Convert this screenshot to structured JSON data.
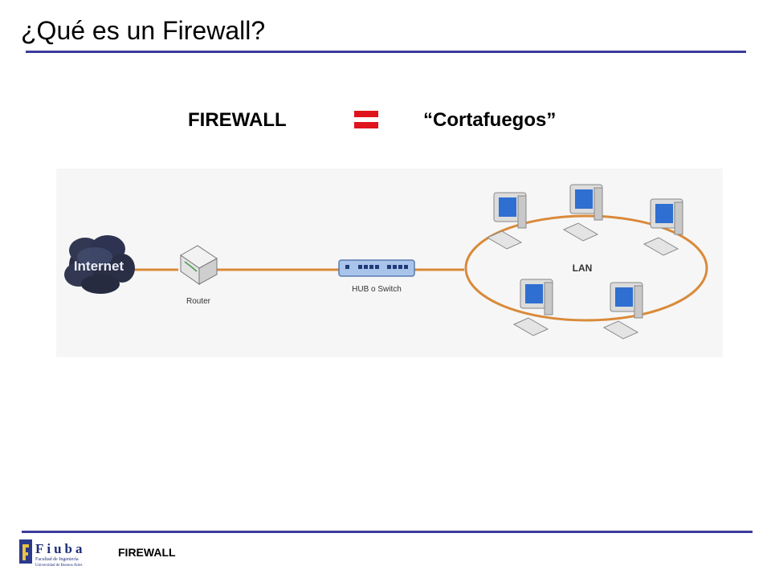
{
  "slide": {
    "title": "¿Qué es un Firewall?",
    "equation": {
      "left": "FIREWALL",
      "right": "“Cortafuegos”"
    }
  },
  "diagram": {
    "internet_label": "Internet",
    "router_label": "Router",
    "switch_label": "HUB o Switch",
    "lan_label": "LAN"
  },
  "footer": {
    "logo_text": "Fiuba",
    "logo_subtitle_1": "Facultad de Ingeniería",
    "logo_subtitle_2": "Universidad de Buenos Aires",
    "label": "FIREWALL"
  },
  "colors": {
    "rule": "#3b3b9e",
    "equals": "#e0141c",
    "cable": "#d98a3a",
    "monitor_screen": "#2f6fd1"
  }
}
